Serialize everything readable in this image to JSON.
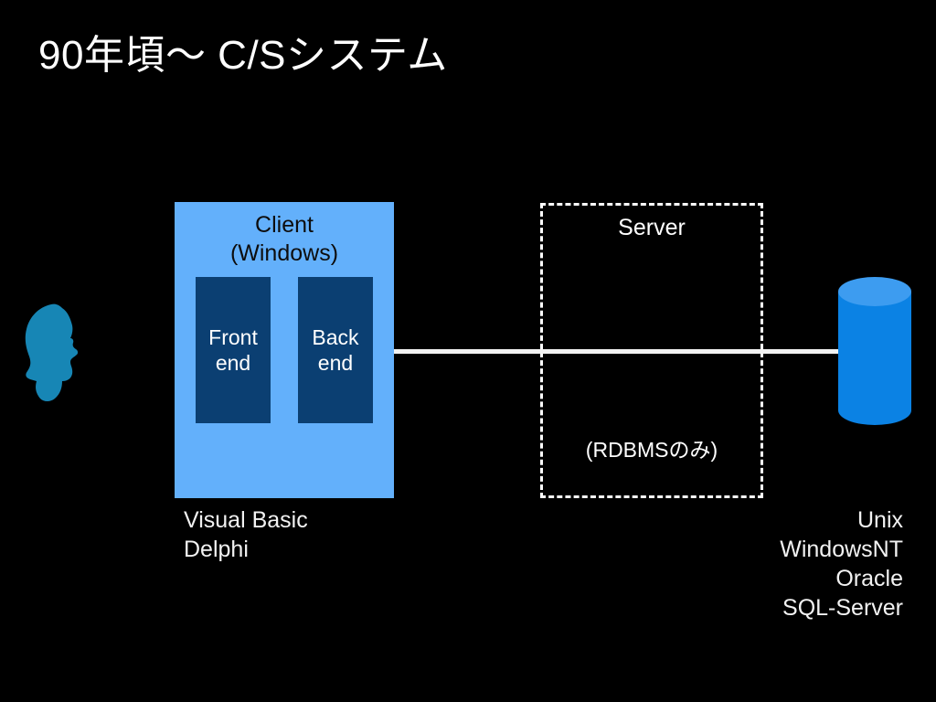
{
  "slide": {
    "title": "90年頃〜 C/Sシステム",
    "background_color": "#000000",
    "text_color": "#ffffff"
  },
  "actor": {
    "icon_name": "person-head-silhouette",
    "color": "#1786b5"
  },
  "client": {
    "title": "Client\n(Windows)",
    "box_color": "#63b0fb",
    "title_color": "#0d0d0d",
    "inner_boxes": [
      {
        "label": "Front\nend",
        "color": "#0b3f72"
      },
      {
        "label": "Back\nend",
        "color": "#0b3f72"
      }
    ],
    "caption": "Visual Basic\nDelphi"
  },
  "server": {
    "title": "Server",
    "subtitle": "(RDBMSのみ)",
    "border_style": "dashed",
    "border_color": "#ffffff",
    "caption": "Unix\nWindowsNT\nOracle\nSQL-Server"
  },
  "database": {
    "icon_name": "database-cylinder",
    "body_color": "#0b82e4",
    "top_color": "#3d9cf0"
  },
  "connector": {
    "name": "client-server-link",
    "color": "#f2f2f2"
  }
}
